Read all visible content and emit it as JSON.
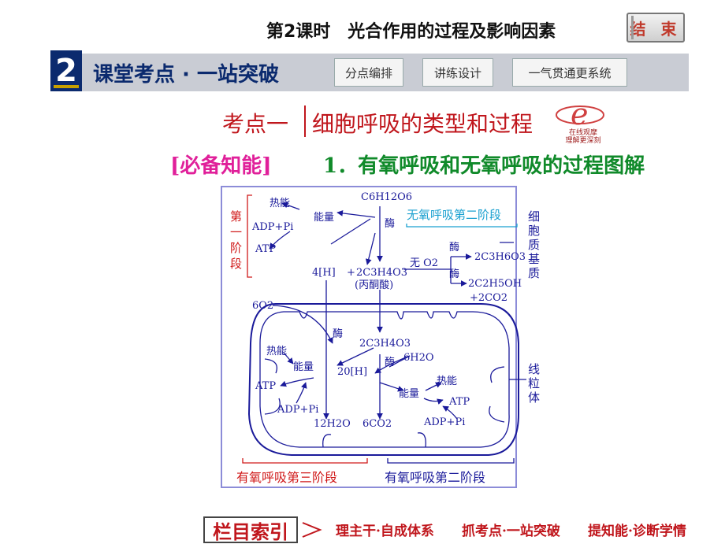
{
  "header": {
    "lesson_title": "第2课时　光合作用的过程及影响因素",
    "end_button": "结 束",
    "section_number": "2",
    "section_title": "课堂考点 · 一站突破",
    "tabs": [
      "分点编排",
      "讲练设计",
      "一气贯通更系统"
    ]
  },
  "topic": {
    "label": "考点一",
    "name": "细胞呼吸的类型和过程",
    "logo_caption_1": "在线观摩",
    "logo_caption_2": "理解更深刻",
    "bracket_label": "[必备知能]",
    "heading": "1．有氧呼吸和无氧呼吸的过程图解"
  },
  "diagram": {
    "glucose": "C6H12O6",
    "enzyme": "酶",
    "stage1_label": "第一阶段",
    "heat_energy": "热能",
    "energy": "能量",
    "adp_pi": "ADP+Pi",
    "atp": "ATP",
    "h4": "4[H]",
    "plus": "+",
    "pyruvate": "2C3H4O3",
    "pyruvate_name": "(丙酮酸)",
    "anaerobic_stage2": "无氧呼吸第二阶段",
    "no_o2": "无 O2",
    "lactic_acid": "2C3H6O3",
    "ethanol": "2C2H5OH",
    "co2_2": "+2CO2",
    "cytoplasm_label": "细胞质基质",
    "o2_6": "6O2",
    "h20": "20[H]",
    "h2o_6": "6H2O",
    "h2o_12": "12H2O",
    "co2_6": "6CO2",
    "mito_label": "线粒体",
    "aerobic_stage3": "有氧呼吸第三阶段",
    "aerobic_stage2": "有氧呼吸第二阶段"
  },
  "footer": {
    "index_label": "栏目索引",
    "links": [
      "理主干·自成体系",
      "抓考点·一站突破",
      "提知能·诊断学情"
    ]
  },
  "colors": {
    "navy": "#0b2a6e",
    "red": "#c0161c",
    "magenta": "#e0209a",
    "green": "#108a2a",
    "diagram_text": "#1a1a9a",
    "cyan": "#1aa0d0",
    "stage_red": "#d01a1a"
  }
}
